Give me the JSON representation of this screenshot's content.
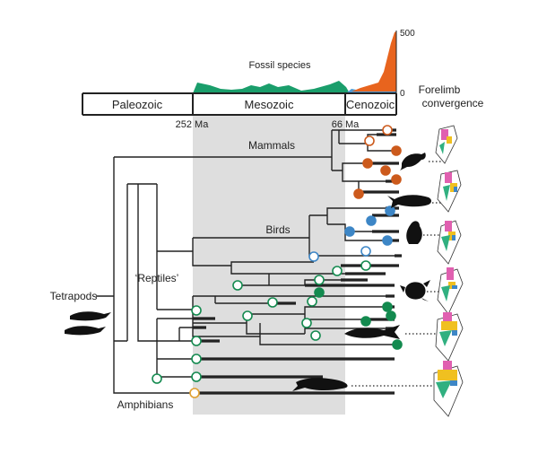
{
  "header": {
    "fossil_label": "Fossil species",
    "axis_max": "500",
    "axis_min": "0",
    "right_title_line1": "Forelimb",
    "right_title_line2": "convergence"
  },
  "eras": {
    "paleozoic": "Paleozoic",
    "mesozoic": "Mesozoic",
    "cenozoic": "Cenozoic"
  },
  "boundaries": {
    "perm_tri": "252 Ma",
    "kpg": "66 Ma"
  },
  "clades": {
    "mammals": "Mammals",
    "birds": "Birds",
    "reptiles": "‘Reptiles’",
    "tetrapods": "Tetrapods",
    "amphibians": "Amphibians"
  },
  "colors": {
    "mesozoic_band": "#dedede",
    "paleozoic_fill": "#1a9e6b",
    "cenozoic_fill": "#e8641e",
    "blue_fill": "#4a9ad6",
    "mammal_node": "#cc5a1c",
    "bird_node": "#3d86c6",
    "reptile_node": "#138a4f",
    "amphibian_node": "#e0a030",
    "branch": "#222222"
  },
  "icons": [
    "seal-silhouette-icon",
    "whale-silhouette-icon",
    "penguin-silhouette-icon",
    "turtle-silhouette-icon",
    "ichthyosaur-silhouette-icon",
    "mosasaur-silhouette-icon",
    "tetrapod-silhouette-icon",
    "forelimb-bones-icon"
  ]
}
